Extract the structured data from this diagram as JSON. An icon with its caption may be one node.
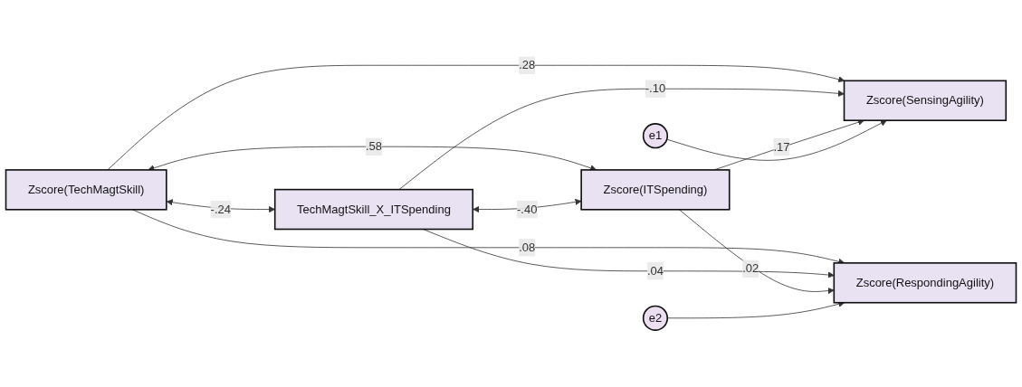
{
  "diagram": {
    "nodes": [
      {
        "text": [
          "Zscore(TechMagtSkill)"
        ]
      },
      {
        "text": [
          "TechMagtSkill_X_ITSpending"
        ]
      },
      {
        "text": [
          "Zscore(ITSpending)"
        ]
      },
      {
        "text": [
          "e1"
        ]
      },
      {
        "text": [
          "Zscore(SensingAgility)"
        ]
      },
      {
        "text": [
          "Zscore(RespondingAgility)"
        ]
      },
      {
        "text": [
          "e2"
        ]
      }
    ],
    "edges": [
      {
        "from": 0,
        "to": 1,
        "arrow": "both",
        "label": "-.24"
      },
      {
        "from": 0,
        "to": 2,
        "arrow": "both",
        "label": ".58"
      },
      {
        "from": 1,
        "to": 2,
        "arrow": "both",
        "label": "-.40"
      },
      {
        "from": 0,
        "to": 4,
        "arrow": "to",
        "label": ".28"
      },
      {
        "from": 0,
        "to": 5,
        "arrow": "to",
        "label": ".08"
      },
      {
        "from": 1,
        "to": 4,
        "arrow": "to",
        "label": "-.10"
      },
      {
        "from": 1,
        "to": 5,
        "arrow": "to",
        "label": ".04"
      },
      {
        "from": 2,
        "to": 4,
        "arrow": "to",
        "label": ".17"
      },
      {
        "from": 2,
        "to": 5,
        "arrow": "to",
        "label": ".02"
      },
      {
        "from": 3,
        "to": 4,
        "arrow": "to"
      },
      {
        "from": 6,
        "to": 5,
        "arrow": "to"
      }
    ]
  }
}
